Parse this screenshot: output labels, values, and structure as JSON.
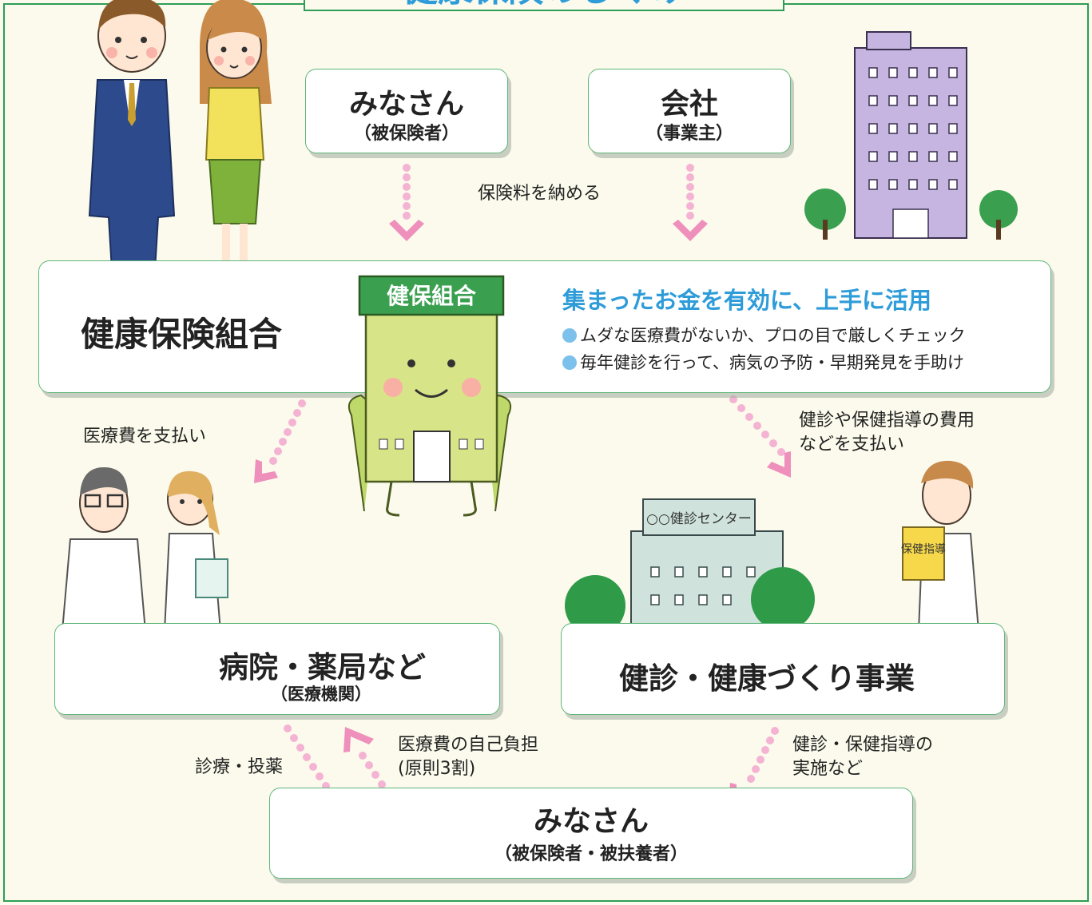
{
  "title": "健康保険のしくみ",
  "boxes": {
    "members_top": {
      "title": "みなさん",
      "sub": "（被保険者）"
    },
    "company": {
      "title": "会社",
      "sub": "（事業主）"
    },
    "union": {
      "title": "健康保険組合"
    },
    "hospital": {
      "title": "病院・薬局など",
      "sub": "（医療機関）"
    },
    "checkup": {
      "title": "健診・健康づくり事業"
    },
    "members_bottom": {
      "title": "みなさん",
      "sub": "（被保険者・被扶養者）"
    }
  },
  "union_info": {
    "heading": "集まったお金を有効に、上手に活用",
    "bullets": [
      "ムダな医療費がないか、プロの目で厳しくチェック",
      "毎年健診を行って、病気の予防・早期発見を手助け"
    ]
  },
  "flows": {
    "pay_premium": "保険料を納める",
    "pay_medical": "医療費を支払い",
    "pay_checkup": [
      "健診や保健指導の費用",
      "などを支払い"
    ],
    "treatment": "診療・投薬",
    "copay": [
      "医療費の自己負担",
      "(原則3割)"
    ],
    "checkup_impl": [
      "健診・保健指導の",
      "実施など"
    ]
  },
  "signs": {
    "union_building": "健保組合",
    "checkup_center": "○○健診センター",
    "clipboard": "保健指導"
  },
  "colors": {
    "frame": "#2e9e57",
    "title": "#2e9cd9",
    "heading": "#2e9cd9",
    "arrow": "#f5b3d3",
    "bullet": "#7cc0ec"
  }
}
